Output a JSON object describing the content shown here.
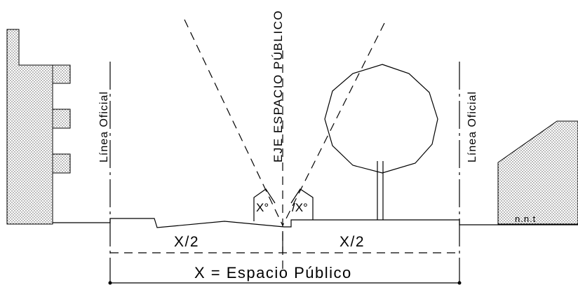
{
  "labels": {
    "axis_label": "EJE ESPACIO PÚBLICO",
    "left_line_label": "Línea Oficial",
    "right_line_label": "Línea Oficial",
    "left_angle": "X°",
    "right_angle": "/X°",
    "left_half": "X/2",
    "right_half": "X/2",
    "total_width": "X = Espacio Público",
    "ground_level": "n.n.t"
  }
}
